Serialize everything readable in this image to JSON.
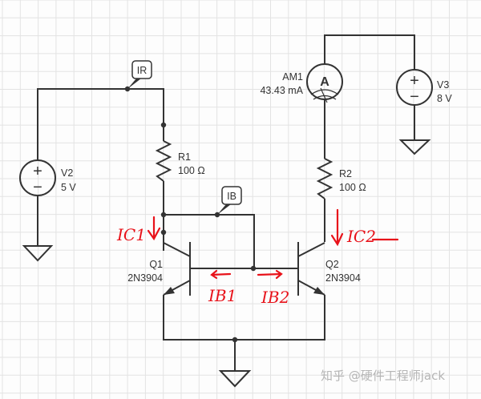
{
  "components": {
    "V2": {
      "name": "V2",
      "value": "5 V"
    },
    "V3": {
      "name": "V3",
      "value": "8 V"
    },
    "R1": {
      "name": "R1",
      "value": "100 Ω"
    },
    "R2": {
      "name": "R2",
      "value": "100 Ω"
    },
    "AM1": {
      "name": "AM1",
      "value": "43.43 mA",
      "symbol": "A"
    },
    "Q1": {
      "name": "Q1",
      "model": "2N3904"
    },
    "Q2": {
      "name": "Q2",
      "model": "2N3904"
    }
  },
  "probes": {
    "IR": "IR",
    "IB": "IB"
  },
  "annotations": {
    "ic1": "IC1",
    "ic2": "IC2",
    "ib1": "IB1",
    "ib2": "IB2"
  },
  "source_symbols": {
    "plus": "+",
    "minus": "−"
  },
  "watermark": "知乎 @硬件工程师jack",
  "colors": {
    "wire": "#333333",
    "annotation": "#e8121a",
    "grid": "#e3e3e3"
  }
}
